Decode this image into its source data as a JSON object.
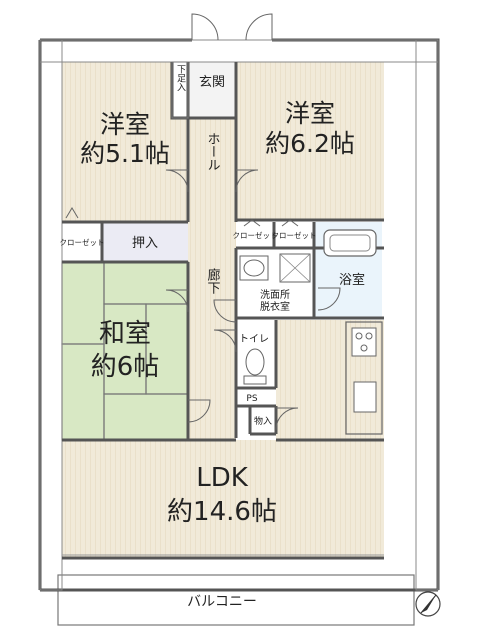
{
  "rooms": {
    "western_left": {
      "name": "洋室",
      "size": "約5.1帖"
    },
    "western_right": {
      "name": "洋室",
      "size": "約6.2帖"
    },
    "japanese": {
      "name": "和室",
      "size": "約6帖"
    },
    "ldk": {
      "name": "LDK",
      "size": "約14.6帖"
    }
  },
  "labels": {
    "entrance": "玄関",
    "shoe_box": "下足入",
    "hall": "ホール",
    "corridor": "廊下",
    "closet": "クローゼット",
    "oshiire": "押入",
    "washroom_line1": "洗面所",
    "washroom_line2": "脱衣室",
    "bathroom": "浴室",
    "toilet": "トイレ",
    "ps": "PS",
    "storage": "物入",
    "balcony": "バルコニー"
  },
  "colors": {
    "floor_wood": "#f1ead9",
    "tatami": "#d8e8c4",
    "bath": "#eaf4fb",
    "wall": "#555555"
  },
  "icons": [
    "north-arrow-icon"
  ]
}
